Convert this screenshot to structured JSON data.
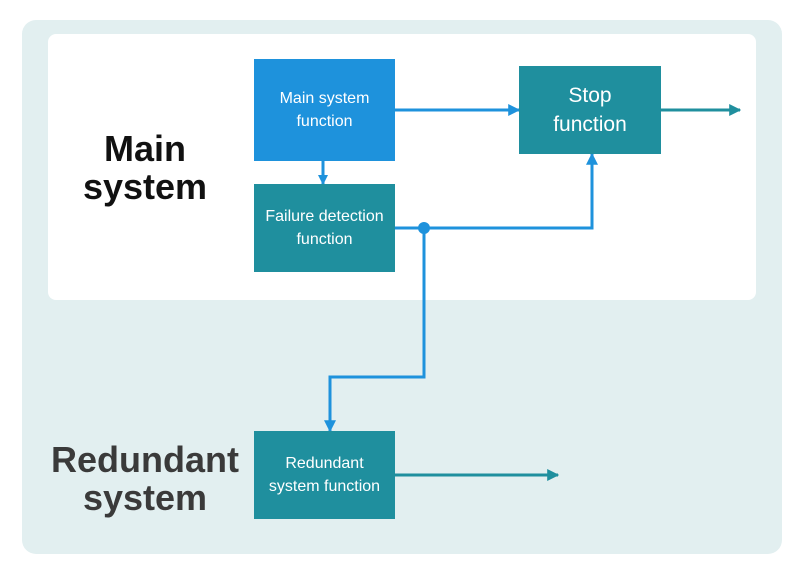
{
  "sections": {
    "main": {
      "line1": "Main",
      "line2": "system"
    },
    "redundant": {
      "line1": "Redundant",
      "line2": "system"
    }
  },
  "blocks": {
    "main_function": {
      "line1": "Main system",
      "line2": "function"
    },
    "failure_detection": {
      "line1": "Failure detection",
      "line2": "function"
    },
    "stop_function": {
      "line1": "Stop",
      "line2": "function"
    },
    "redundant_function": {
      "line1": "Redundant",
      "line2": "system function"
    }
  },
  "colors": {
    "background_panel": "#e2eff0",
    "main_function_block": "#1e92dc",
    "teal_block": "#1f8f9e",
    "arrow_blue": "#1e92dc",
    "arrow_teal": "#1f8f9e"
  }
}
